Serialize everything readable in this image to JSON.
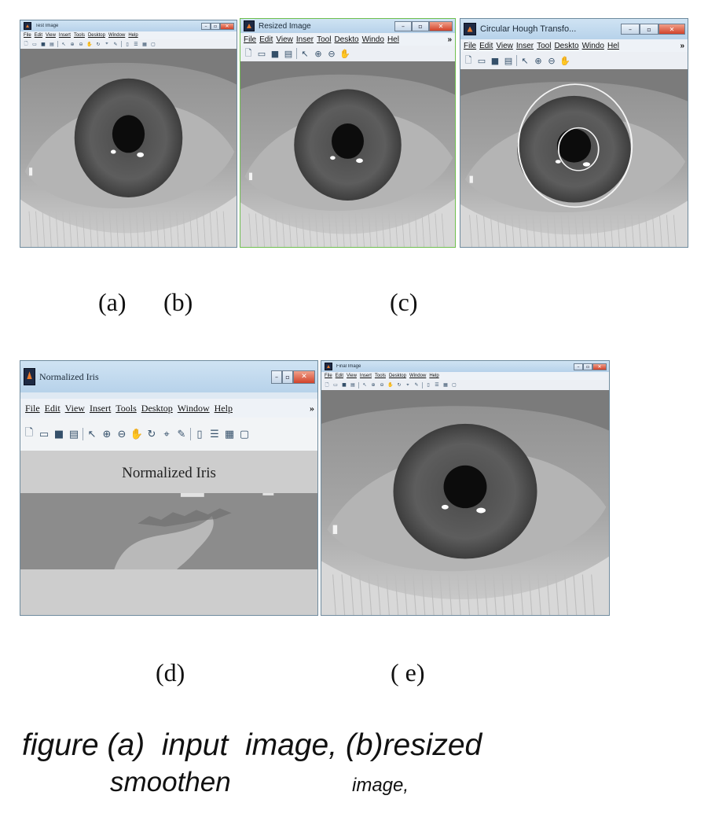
{
  "windows": {
    "a": {
      "title": "Test Image",
      "menu": [
        "File",
        "Edit",
        "View",
        "Insert",
        "Tools",
        "Desktop",
        "Window",
        "Help"
      ]
    },
    "c_resized": {
      "title": "Resized Image",
      "menu": [
        "File",
        "Edit",
        "View",
        "Inser",
        "Tool",
        "Deskto",
        "Windo",
        "Hel"
      ]
    },
    "hough": {
      "title": "Circular Hough Transfo...",
      "menu": [
        "File",
        "Edit",
        "View",
        "Inser",
        "Tool",
        "Deskto",
        "Windo",
        "Hel"
      ]
    },
    "normalized": {
      "title": "Normalized Iris",
      "menu": [
        "File",
        "Edit",
        "View",
        "Insert",
        "Tools",
        "Desktop",
        "Window",
        "Help"
      ],
      "plot_title": "Normalized Iris"
    },
    "e": {
      "title": "Final Image",
      "menu": [
        "File",
        "Edit",
        "View",
        "Insert",
        "Tools",
        "Desktop",
        "Window",
        "Help"
      ]
    }
  },
  "labels": {
    "a": "(a)",
    "b": "(b)",
    "c": "(c)",
    "d": "(d)",
    "e": "( e)"
  },
  "caption": {
    "line1": "figure (a)  input  image, (b)resized",
    "line2a": "smoothen",
    "line2b": "image,"
  },
  "icons": [
    "new-file-icon",
    "open-folder-icon",
    "save-icon",
    "print-icon",
    "pointer-icon",
    "zoom-in-icon",
    "zoom-out-icon",
    "pan-icon",
    "rotate-icon",
    "data-cursor-icon",
    "brush-icon",
    "colorbar-icon",
    "legend-icon",
    "grid-icon",
    "plot-icon"
  ],
  "colors": {
    "titlebar": "#c4dcef",
    "close": "#d2432b",
    "window_frame": "#6f8b9e"
  }
}
